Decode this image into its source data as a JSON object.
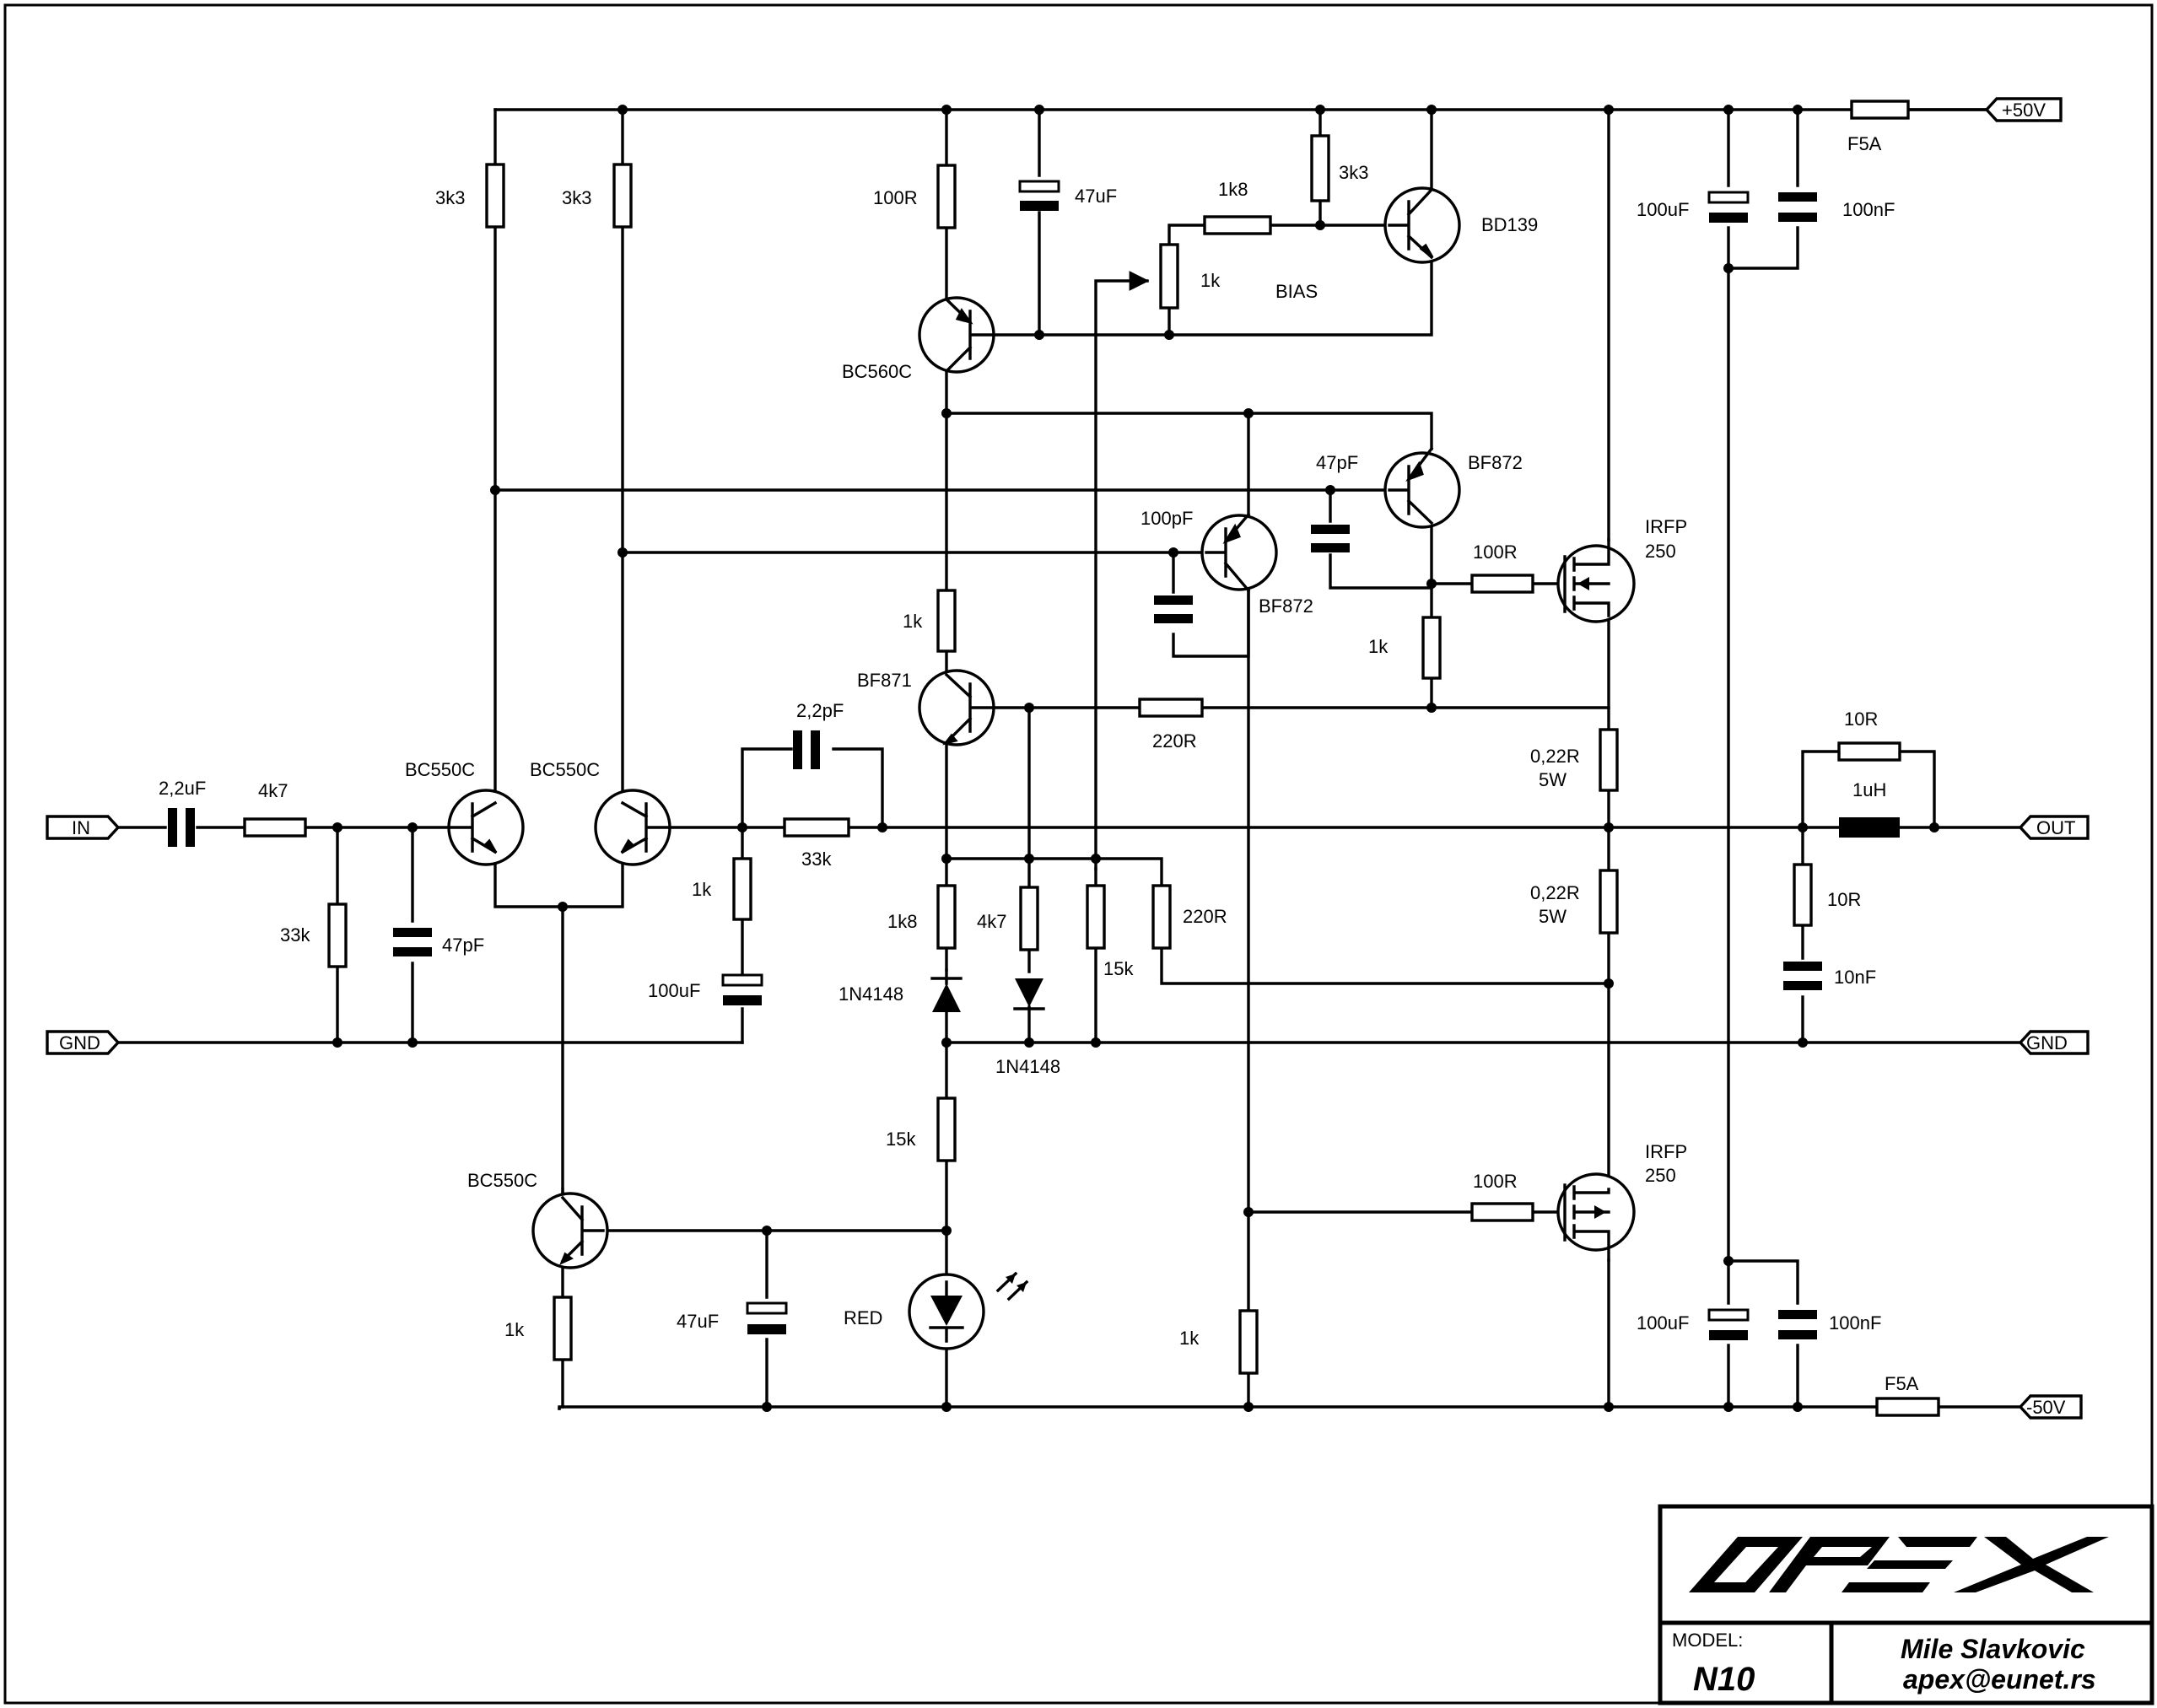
{
  "ports": {
    "in": "IN",
    "gnd_left": "GND",
    "vplus": "+50V",
    "out": "OUT",
    "gnd_right": "GND",
    "vminus": "-50V"
  },
  "labels": {
    "c_in": "2,2uF",
    "r_in": "4k7",
    "r_in_gnd": "33k",
    "c_in_gnd": "47pF",
    "q1": "BC550C",
    "q2": "BC550C",
    "r_c1": "3k3",
    "r_c2": "3k3",
    "c_fb": "2,2pF",
    "r_fb": "33k",
    "r_fb_gnd": "1k",
    "c_fb_gnd": "100uF",
    "q_tail": "BC550C",
    "r_tail": "1k",
    "c_tail": "47uF",
    "led": "RED",
    "r_top": "100R",
    "c_top": "47uF",
    "q_bc560": "BC560C",
    "r_1k8_top": "1k8",
    "r_3k3_bias": "3k3",
    "pot": "1k",
    "bias": "BIAS",
    "q_bd139": "BD139",
    "c_47pf": "47pF",
    "q_bf872_a": "BF872",
    "c_100pf": "100pF",
    "q_bf872_b": "BF872",
    "r_100r_a": "100R",
    "r_1k_gate": "1k",
    "q_irfp_top": "IRFP",
    "q_irfp_top_b": "250",
    "r_1k_mid": "1k",
    "q_bf871": "BF871",
    "r_220r_a": "220R",
    "r_022_a": "0,22R",
    "r_022_a_b": "5W",
    "r_022_b": "0,22R",
    "r_022_b_b": "5W",
    "r_1k8": "1k8",
    "r_4k7": "4k7",
    "r_15k_a": "15k",
    "r_220r_b": "220R",
    "d1": "1N4148",
    "d2": "1N4148",
    "r_15k_b": "15k",
    "r_100r_b": "100R",
    "q_irfp_bot": "IRFP",
    "q_irfp_bot_b": "250",
    "r_1k_bot": "1k",
    "c_100uf_top": "100uF",
    "c_100nf_top": "100nF",
    "f_top": "F5A",
    "r_10r_out": "10R",
    "l_out": "1uH",
    "r_10r_zobel": "10R",
    "c_zobel": "10nF",
    "c_100uf_bot": "100uF",
    "c_100nf_bot": "100nF",
    "f_bot": "F5A"
  },
  "title_block": {
    "model_label": "MODEL:",
    "model_value": "N10",
    "author": "Mile Slavkovic",
    "email": "apex@eunet.rs",
    "logo_text": "APEX"
  }
}
